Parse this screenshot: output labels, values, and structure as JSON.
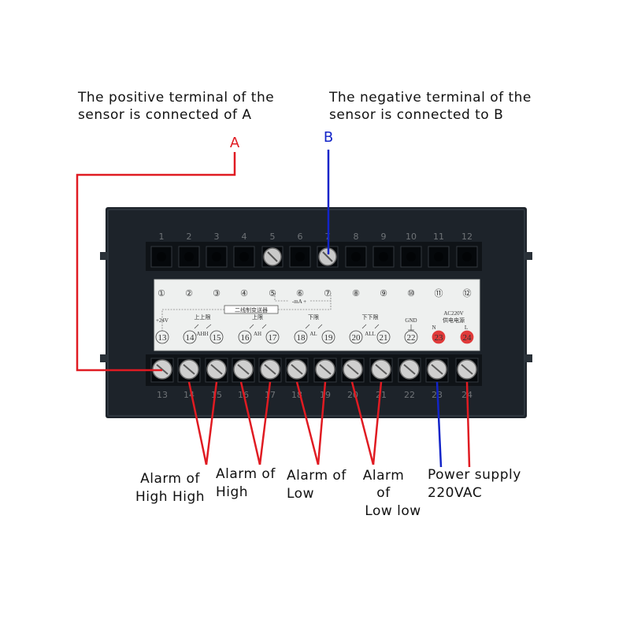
{
  "notes": {
    "positive": [
      "The positive terminal of the",
      "sensor is connected of A"
    ],
    "negative": [
      "The negative terminal of the",
      "sensor is connected to B"
    ]
  },
  "markers": {
    "a": "A",
    "b": "B"
  },
  "top_terminals": [
    "1",
    "2",
    "3",
    "4",
    "5",
    "6",
    "7",
    "8",
    "9",
    "10",
    "11",
    "12"
  ],
  "bottom_terminals": [
    "13",
    "14",
    "15",
    "16",
    "17",
    "18",
    "19",
    "20",
    "21",
    "22",
    "23",
    "24"
  ],
  "plate": {
    "top_row": [
      "①",
      "②",
      "③",
      "④",
      "⑤",
      "⑥",
      "⑦",
      "⑧",
      "⑨",
      "⑩",
      "⑪",
      "⑫"
    ],
    "bottom_row": [
      "13",
      "14",
      "15",
      "16",
      "17",
      "18",
      "19",
      "20",
      "21",
      "22",
      "23",
      "24"
    ],
    "box_label": "二线制变送器",
    "ma_label": "-mA +",
    "plus_24v": "+24V",
    "ahh_title": "上上限",
    "ahh_code": "AHH",
    "ah_title": "上限",
    "ah_code": "AH",
    "al_title": "下限",
    "al_code": "AL",
    "all_title": "下下限",
    "all_code": "ALL",
    "gnd": "GND",
    "ac_line1": "AC220V",
    "ac_line2": "供电电源",
    "n_mark": "N",
    "l_mark": "L"
  },
  "labels": {
    "alarm_hh": [
      "Alarm of",
      "High High"
    ],
    "alarm_h": [
      "Alarm of",
      "High"
    ],
    "alarm_l": [
      "Alarm of",
      "Low"
    ],
    "alarm_ll": [
      "Alarm",
      "of",
      "Low low"
    ],
    "power": [
      "Power supply",
      "220VAC"
    ]
  },
  "colors": {
    "red_wire": "#e01b22",
    "blue_wire": "#1224c8",
    "device": "#1d232a",
    "plate": "#eef0ef"
  }
}
